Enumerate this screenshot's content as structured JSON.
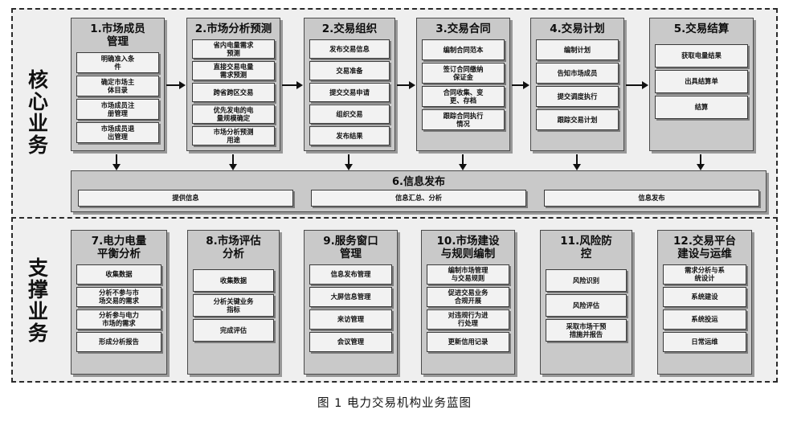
{
  "figure": {
    "caption": "图 1  电力交易机构业务蓝图"
  },
  "bands": {
    "core_label": [
      "核",
      "心",
      "业",
      "务"
    ],
    "support_label": [
      "支",
      "撑",
      "业",
      "务"
    ]
  },
  "core_columns": [
    {
      "title": "1.市场成员\n管理",
      "items": [
        "明确准入条\n件",
        "确定市场主\n体目录",
        "市场成员注\n册管理",
        "市场成员退\n出管理"
      ]
    },
    {
      "title": "2.市场分析预测",
      "items": [
        "省内电量需求\n预测",
        "直接交易电量\n需求预测",
        "跨省跨区交易",
        "优先发电的电\n量规模确定",
        "市场分析预测\n用途"
      ]
    },
    {
      "title": "2.交易组织",
      "items": [
        "发布交易信息",
        "交易准备",
        "提交交易申请",
        "组织交易",
        "发布结果"
      ]
    },
    {
      "title": "3.交易合同",
      "items": [
        "编制合同范本",
        "签订合同缴纳\n保证金",
        "合同收集、变\n更、存档",
        "跟踪合同执行\n情况"
      ]
    },
    {
      "title": "4.交易计划",
      "items": [
        "编制计划",
        "告知市场成员",
        "提交调度执行",
        "跟踪交易计划"
      ]
    },
    {
      "title": "5.交易结算",
      "items": [
        "获取电量结果",
        "出具结算单",
        "结算"
      ]
    }
  ],
  "info_band": {
    "title": "6.信息发布",
    "items": [
      "提供信息",
      "信息汇总、分析",
      "信息发布"
    ]
  },
  "support_columns": [
    {
      "title": "7.电力电量\n平衡分析",
      "items": [
        "收集数据",
        "分析不参与市\n场交易的需求",
        "分析参与电力\n市场的需求",
        "形成分析报告"
      ]
    },
    {
      "title": "8.市场评估\n分析",
      "items": [
        "收集数据",
        "分析关键业务\n指标",
        "完成评估"
      ]
    },
    {
      "title": "9.服务窗口\n管理",
      "items": [
        "信息发布管理",
        "大屏信息管理",
        "来访管理",
        "会议管理"
      ]
    },
    {
      "title": "10.市场建设\n与规则编制",
      "items": [
        "编制市场管理\n与交易规则",
        "促进交易业务\n合规开展",
        "对违规行为进\n行处理",
        "更新信用记录"
      ]
    },
    {
      "title": "11.风险防\n控",
      "items": [
        "风险识别",
        "风险评估",
        "采取市场干预\n措施并报告"
      ]
    },
    {
      "title": "12.交易平台\n建设与运维",
      "items": [
        "需求分析与系\n统设计",
        "系统建设",
        "系统投运",
        "日常运维"
      ]
    }
  ],
  "colors": {
    "card_fill": "#c9c9c9",
    "item_fill": "#f2f2f2",
    "frame_fill": "#efefef",
    "line": "#2b2b2b"
  }
}
